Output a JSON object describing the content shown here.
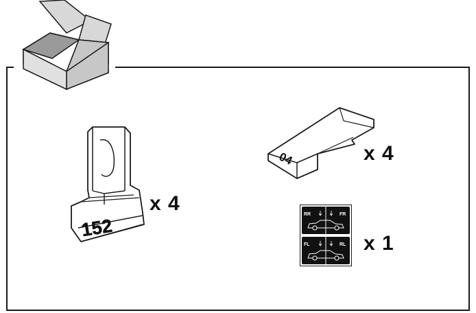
{
  "parts": {
    "foot": {
      "qty": "x 4",
      "code": "152"
    },
    "pad": {
      "qty": "x 4",
      "code": "04"
    },
    "sticker": {
      "qty": "x 1",
      "labels": {
        "rr": "RR",
        "fr": "FR",
        "fl": "FL",
        "rl": "RL"
      }
    }
  }
}
